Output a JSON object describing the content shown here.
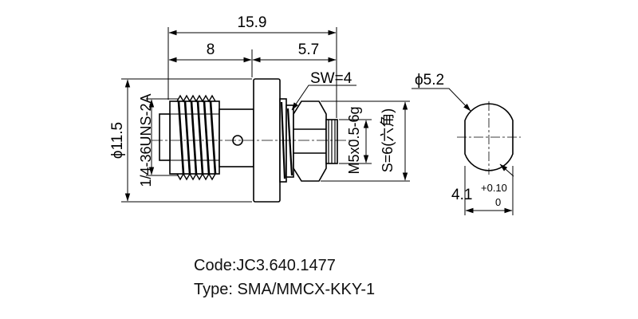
{
  "dimensions": {
    "overall_length": "15.9",
    "thread_length": "8",
    "rear_length": "5.7",
    "flange_diameter": "ϕ11.5",
    "thread_spec": "1/4-36UNS-2A",
    "wrench_size": "SW=4",
    "mount_thread": "M5x0.5-6g",
    "hex_size": "S=6(六角)",
    "hole_diameter": "ϕ5.2",
    "flat_width": "4.1",
    "tolerance_upper": "+0.10",
    "tolerance_lower": "0"
  },
  "info": {
    "code": "Code:JC3.640.1477",
    "type": "Type: SMA/MMCX-KKY-1"
  }
}
